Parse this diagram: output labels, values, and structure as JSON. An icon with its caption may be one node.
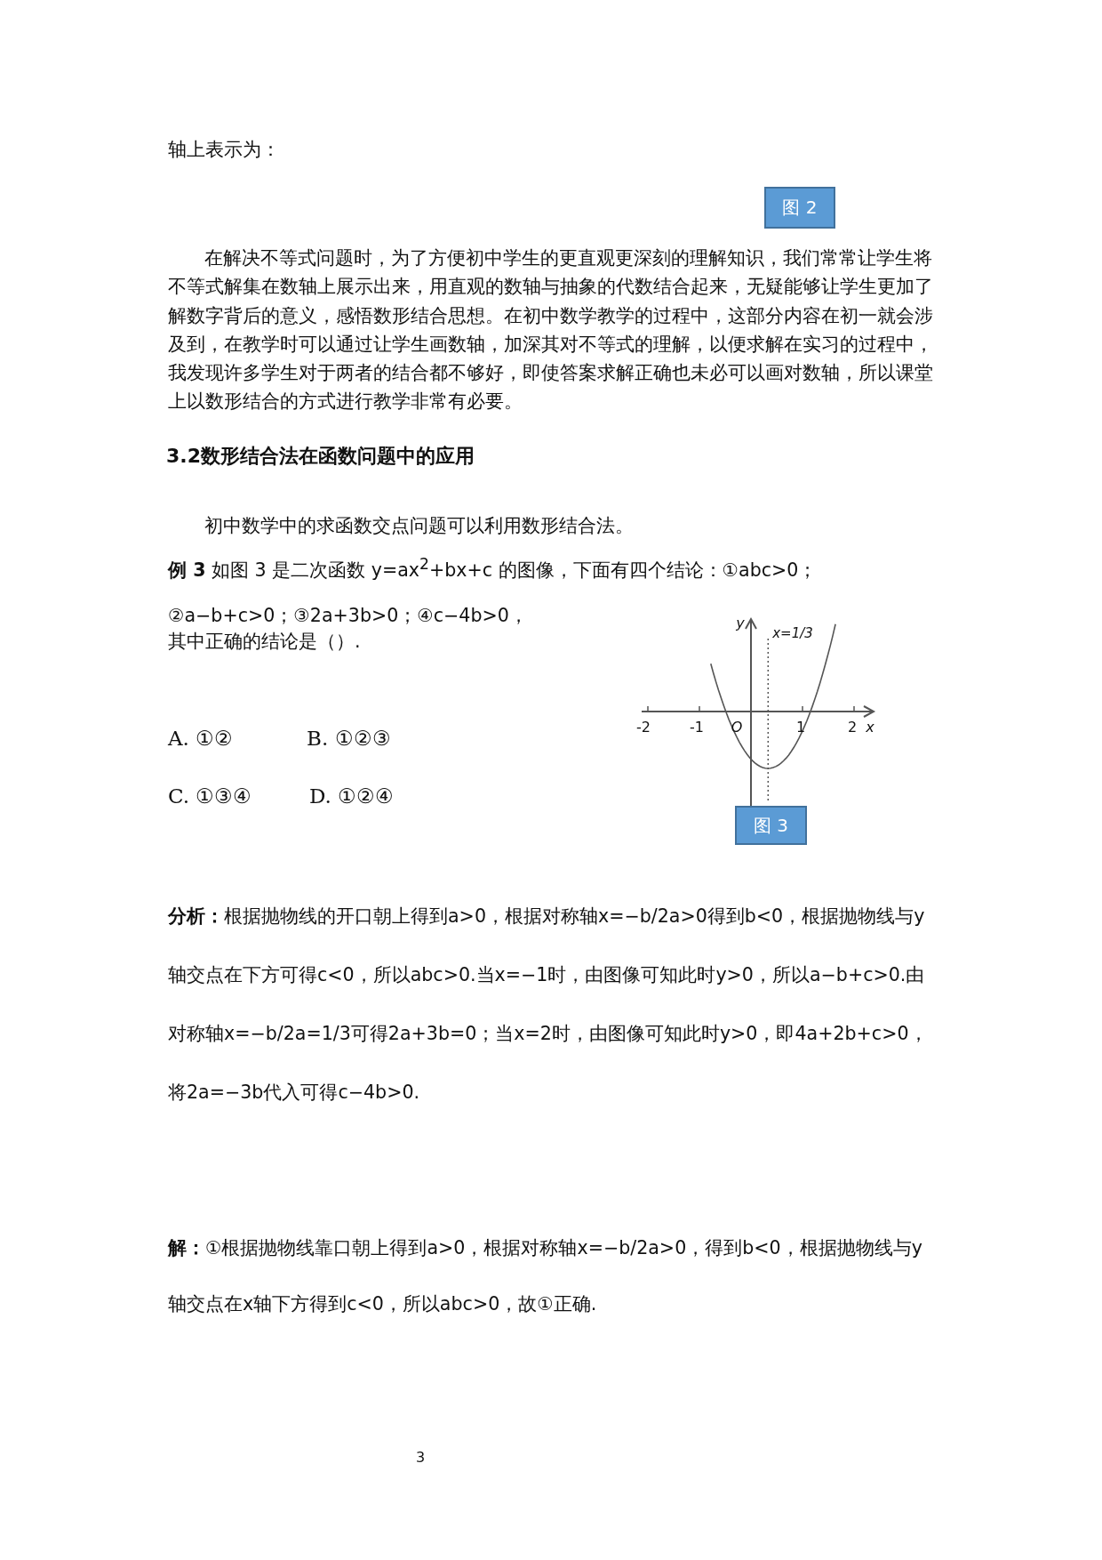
{
  "diagram": {
    "nodes": [
      {
        "text": [
          "图 2"
        ]
      },
      {
        "text": [
          "图 3"
        ]
      }
    ],
    "labels": [
      "轴上表示为：",
      "在解决不等式问题时，为了方便初中学生的更直观更深刻的理解知识，我们常常让学生将不等式解集在数轴上展示出来，用直观的数轴与抽象的代数结合起来，无疑能够让学生更加了解数字背后的意义，感悟数形结合思想。在初中数学教学的过程中，这部分内容在初一就会涉及到，在教学时可以通过让学生画数轴，加深其对不等式的理解，以便求解在实习的过程中，我发现许多学生对于两者的结合都不够好，即使答案求解正确也未必可以画对数轴，所以课堂上以数形结合的方式进行教学非常有必要。",
      "3.2数形结合法在函数问题中的应用",
      "初中数学中的求函数交点问题可以利用数形结合法。",
      "**例 3** 如图 3 是二次函数 y=ax$^{2}$+bx+c 的图像，下面有四个结论：①abc>0；②a−b+c>0；③2a+3b>0；④c−4b>0，",
      "其中正确的结论是（）.",
      "y",
      "x=1/3",
      "-2",
      "-1",
      "O",
      "1",
      "2",
      "x",
      "A. ①②",
      "B. ①②③",
      "C. ①③④",
      "D. ①②④",
      "**分析：**根据抛物线的开口朝上得到a>0，根据对称轴x=−b/2a>0得到b<0，根据抛物线与y轴交点在下方可得c<0，所以abc>0.当x=−1时，由图像可知此时y>0，所以a−b+c>0.由对称轴x=−b/2a=1/3可得2a+3b=0；当x=2时，由图像可知此时y>0，即4a+2b+c>0，将2a=−3b代入可得c−4b>0.",
      "**解：**①根据抛物线靠口朝上得到a>0，根据对称轴x=−b/2a>0，得到b<0，根据抛物线与y轴交点在x轴下方得到c<0，所以abc>0，故①正确.",
      "3"
    ]
  }
}
